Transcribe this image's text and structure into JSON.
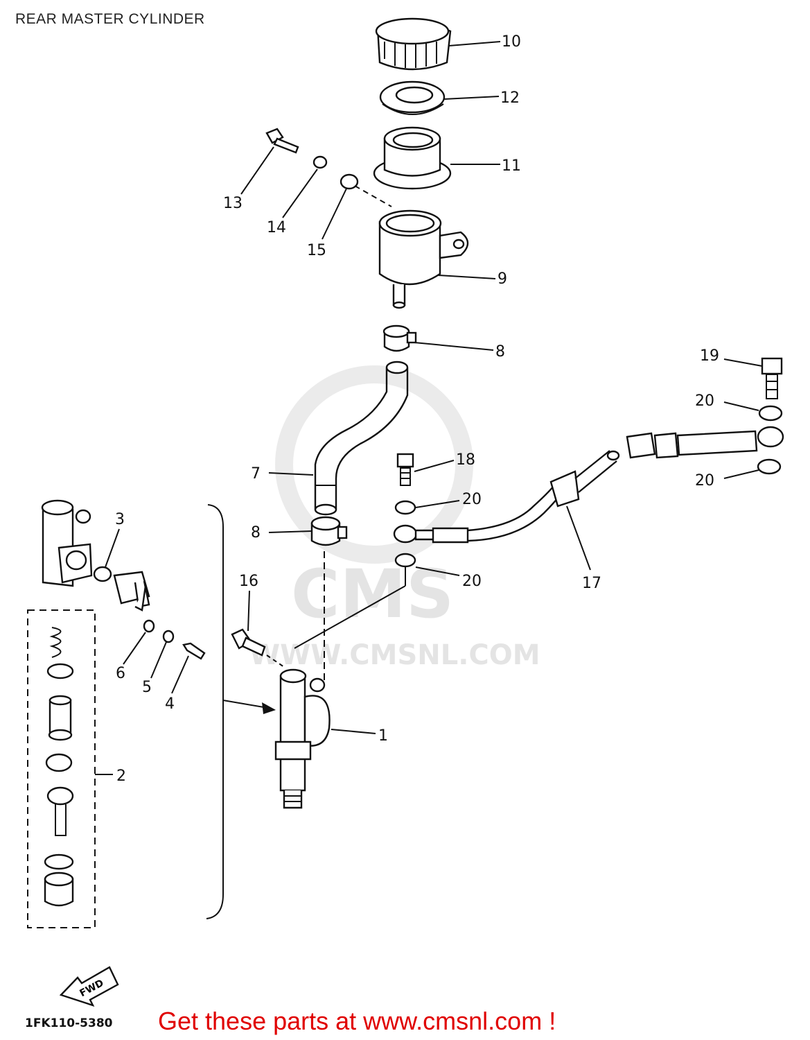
{
  "title": "REAR MASTER CYLINDER",
  "watermark": {
    "site": "WWW.CMSNL.COM",
    "brand": "CMS"
  },
  "fwd_label": "FWD",
  "diagram_code": "1FK110-5380",
  "promo": "Get these parts at www.cmsnl.com !",
  "callouts": {
    "c1": "1",
    "c2": "2",
    "c3": "3",
    "c4": "4",
    "c5": "5",
    "c6": "6",
    "c7": "7",
    "c8a": "8",
    "c8b": "8",
    "c9": "9",
    "c10": "10",
    "c11": "11",
    "c12": "12",
    "c13": "13",
    "c14": "14",
    "c15": "15",
    "c16": "16",
    "c17": "17",
    "c18": "18",
    "c19": "19",
    "c20a": "20",
    "c20b": "20",
    "c20c": "20",
    "c20d": "20"
  }
}
